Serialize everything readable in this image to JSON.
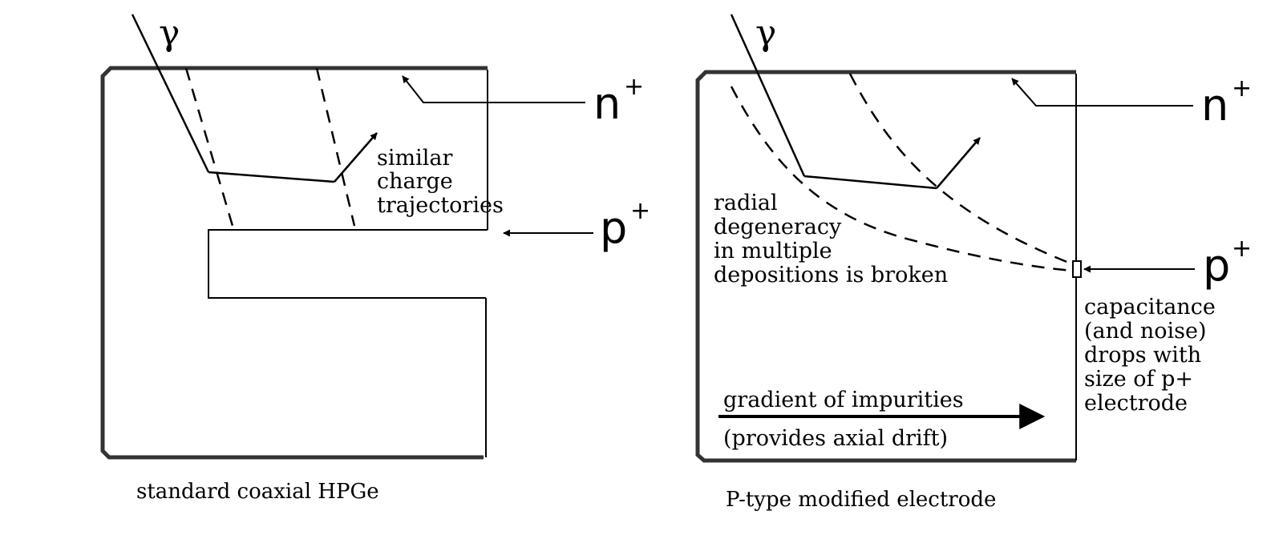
{
  "left_panel": {
    "gamma": "γ",
    "n_plus": "n",
    "p_plus": "p",
    "plus_sign": "+",
    "annotation_lines": [
      "similar",
      "charge",
      "trajectories"
    ],
    "caption": "standard coaxial HPGe"
  },
  "right_panel": {
    "gamma": "γ",
    "n_plus": "n",
    "p_plus": "p",
    "plus_sign": "+",
    "degeneracy_lines": [
      "radial",
      "degeneracy",
      "in multiple",
      "depositions is broken"
    ],
    "capacitance_lines": [
      "capacitance",
      "(and noise)",
      "drops with",
      "size of p+",
      "electrode"
    ],
    "gradient_label": "gradient of impurities",
    "gradient_sublabel": "(provides axial drift)",
    "caption": "P-type modified electrode"
  }
}
